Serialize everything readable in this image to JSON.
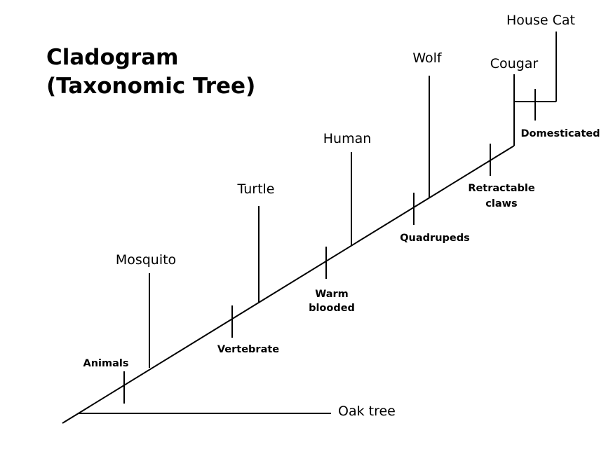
{
  "title_line1": "Cladogram",
  "title_line2": "(Taxonomic Tree)",
  "taxa": [
    "Oak tree",
    "Mosquito",
    "Turtle",
    "Human",
    "Wolf",
    "Cougar",
    "House Cat"
  ],
  "traits": [
    [
      "Animals"
    ],
    [
      "Vertebrate"
    ],
    [
      "Warm",
      "blooded"
    ],
    [
      "Quadrupeds"
    ],
    [
      "Retractable",
      "claws"
    ],
    [
      "Domesticated"
    ]
  ]
}
